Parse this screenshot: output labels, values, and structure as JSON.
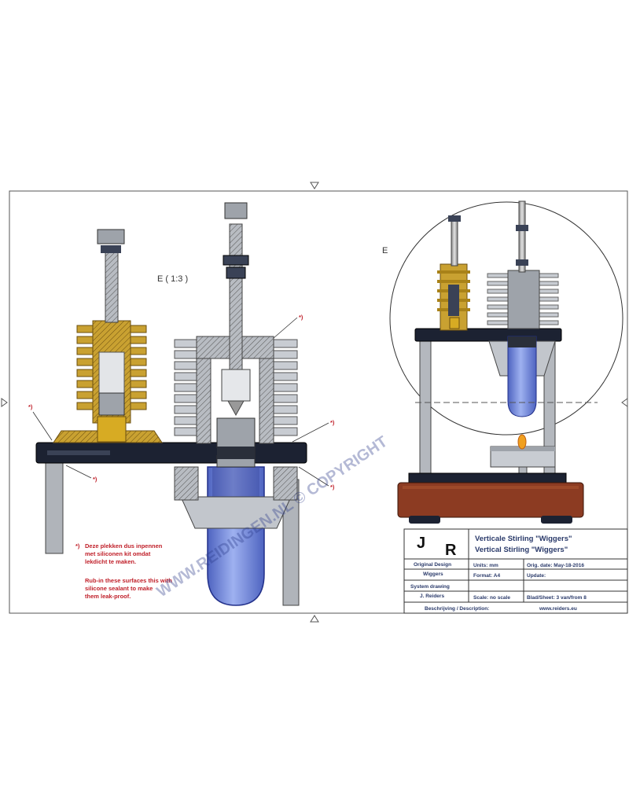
{
  "view_labels": {
    "section": "E ( 1:3 )",
    "detail": "E"
  },
  "callouts": [
    "*)",
    "*)",
    "*)",
    "*)",
    "*)"
  ],
  "notes": {
    "marker": "*)",
    "dutch": [
      "Deze plekken dus inpennen",
      "met siliconen kit omdat",
      "lekdicht te maken."
    ],
    "english": [
      "Rub-in these surfaces this with",
      "silicone sealant to make",
      "them leak-proof."
    ]
  },
  "watermark": "WWW.REIDINGEN.NL © COPYRIGHT",
  "title_block": {
    "logo_left": "J",
    "logo_right": "R",
    "title_nl": "Verticale Stirling \"Wiggers\"",
    "title_en": "Vertical Stirling \"Wiggers\"",
    "original_design": [
      "Original Design",
      "Wiggers"
    ],
    "system_drawing": [
      "System drawing",
      "J. Reiders"
    ],
    "units": "Units: mm",
    "orig_date": "Orig. date: May-18-2016",
    "format": "Format: A4",
    "update": "Update:",
    "scale": "Scale: no scale",
    "sheet": "Blad/Sheet: 3 van/from 8",
    "description": "Beschrijving / Description:",
    "website": "www.reiders.eu"
  },
  "colors": {
    "brass": "#c9a131",
    "steel": "#b4b8be",
    "dark_plate": "#1c2232",
    "glass": "#6d84d8",
    "wood": "#8c3b22",
    "note_red": "#c0202a",
    "title_blue": "#2a3a6a"
  }
}
